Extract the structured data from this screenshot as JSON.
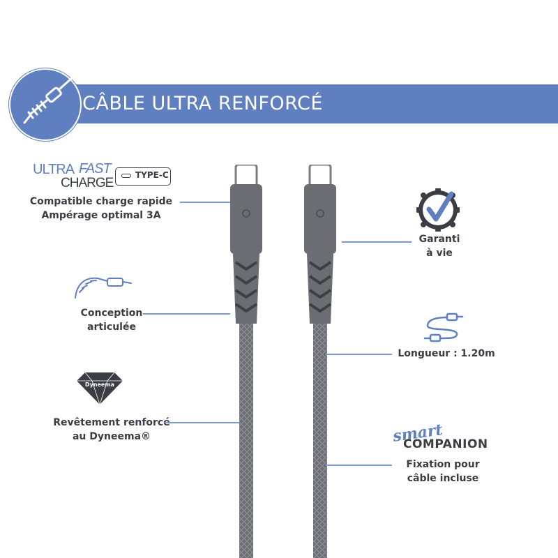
{
  "header": {
    "title": "CÂBLE ULTRA RENFORCÉ",
    "badge_icon": "reinforced-cable-icon"
  },
  "logos": {
    "ultra": "ULTRA",
    "fast": "FAST",
    "charge": "CHARGE",
    "type_c": "TYPE-C",
    "dyneema": "Dyneema",
    "smart": "smart",
    "companion": "COMPANION"
  },
  "features": {
    "fast_charge": [
      "Compatible charge rapide",
      "Ampérage optimal 3A"
    ],
    "articulated": [
      "Conception",
      "articulée"
    ],
    "dyneema_coating": [
      "Revêtement renforcé",
      "au Dyneema®"
    ],
    "warranty": [
      "Garanti",
      "à vie"
    ],
    "length": "Longueur : 1.20m",
    "companion_clip": [
      "Fixation pour",
      "câble incluse"
    ]
  },
  "colors": {
    "accent": "#5f7fc0",
    "text": "#3a3d44",
    "cable": "#6b6d72",
    "cable_dark": "#55575c",
    "line": "#7d9ad0"
  }
}
